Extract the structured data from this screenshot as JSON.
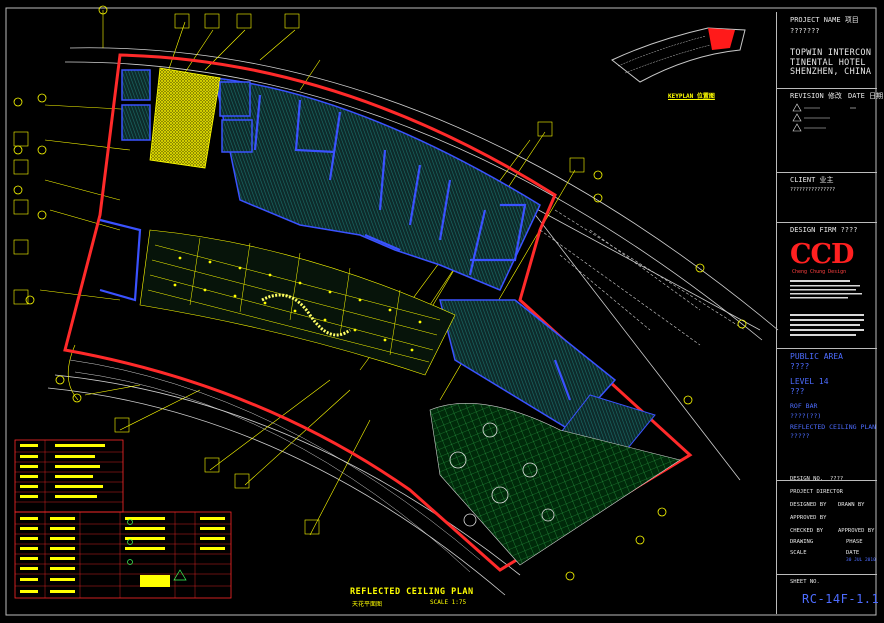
{
  "title_block": {
    "project_name_label": "PROJECT NAME 项目",
    "project_name_cn": "???????",
    "project_name_en": "TOPWIN INTERCON\nTINENTAL HOTEL\nSHENZHEN, CHINA",
    "revision_label": "REVISION 修改",
    "date_label": "DATE 日期",
    "client_label": "CLIENT 业主",
    "client_value": "???????????????",
    "design_firm_label": "DESIGN FIRM ????",
    "logo_text": "CCD",
    "logo_subtitle": "Cheng Chung Design",
    "area": "PUBLIC AREA",
    "area_cn": "????",
    "level": "LEVEL 14",
    "level_cn": "???",
    "room": "ROF BAR",
    "room_cn": "????(??)",
    "drawing_type": "REFLECTED CEILING PLAN",
    "drawing_type_cn": "?????",
    "design_no_label": "DESIGN NO.",
    "design_no_value": "????",
    "project_director_label": "PROJECT DIRECTOR",
    "designed_by_label": "DESIGNED BY",
    "drawn_by_label": "DRAWN BY",
    "approved_by_label": "APPROVED BY",
    "checked_by_label": "CHECKED BY",
    "approved_by_2_label": "APPROVED BY",
    "drawing_label": "DRAWING",
    "phase_label": "PHASE",
    "scale_label": "SCALE",
    "date2_label": "DATE",
    "date2_value": "30 JUL 2010",
    "sheet_no_label": "SHEET NO.",
    "sheet_no": "RC-14F-1.1"
  },
  "drawing": {
    "title": "REFLECTED CEILING PLAN",
    "title_cn": "天花平面图",
    "scale": "SCALE 1:75",
    "keyplan_label": "KEYPLAN 位置图"
  },
  "colors": {
    "background": "#000000",
    "wall_red": "#ff2a2a",
    "accent_yellow": "#ffff00",
    "cyan_hatch": "#1fb8b0",
    "blue_partition": "#3a52ff",
    "green_grid": "#3cff5a",
    "white_line": "#d8d8d8"
  }
}
